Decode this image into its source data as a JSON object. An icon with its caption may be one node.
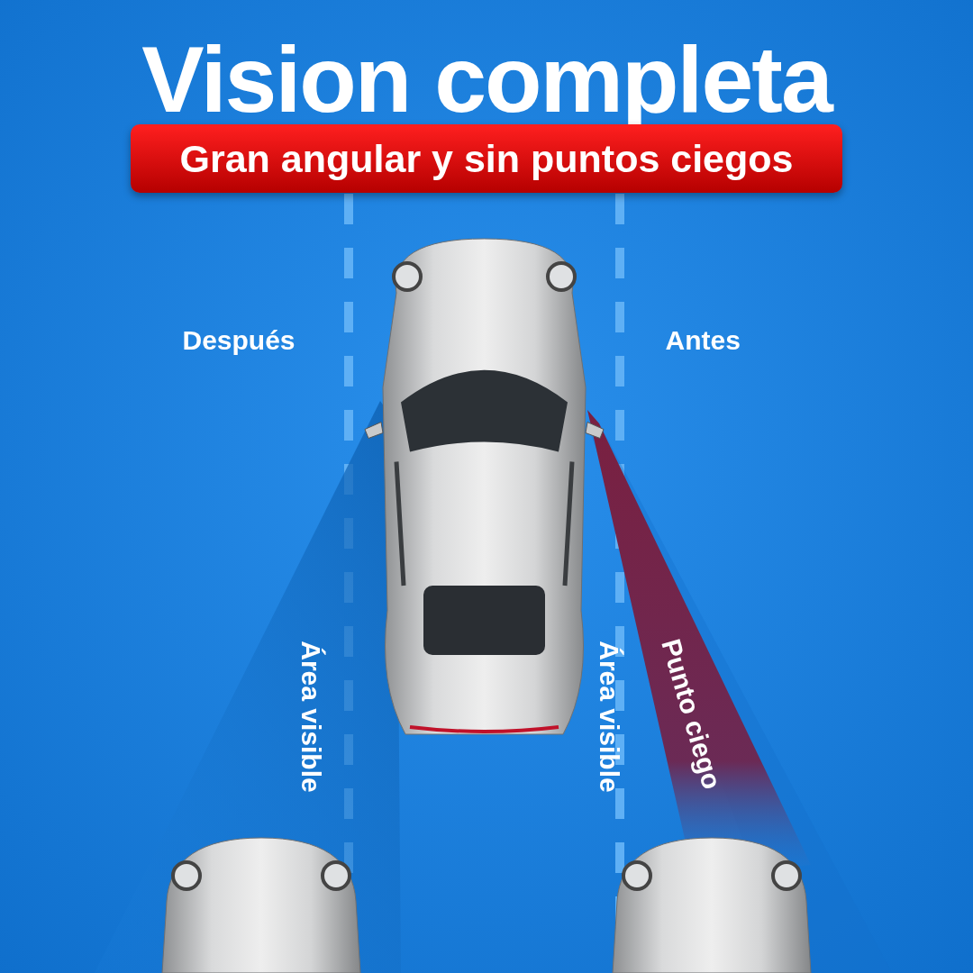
{
  "diagram": {
    "title": "Vision completa",
    "nodes": [
      {
        "text": [
          "Gran angular y sin puntos ciegos"
        ]
      }
    ],
    "labels": [
      "Después",
      "Antes",
      "Área visible",
      "Área visible",
      "Punto ciego"
    ]
  }
}
